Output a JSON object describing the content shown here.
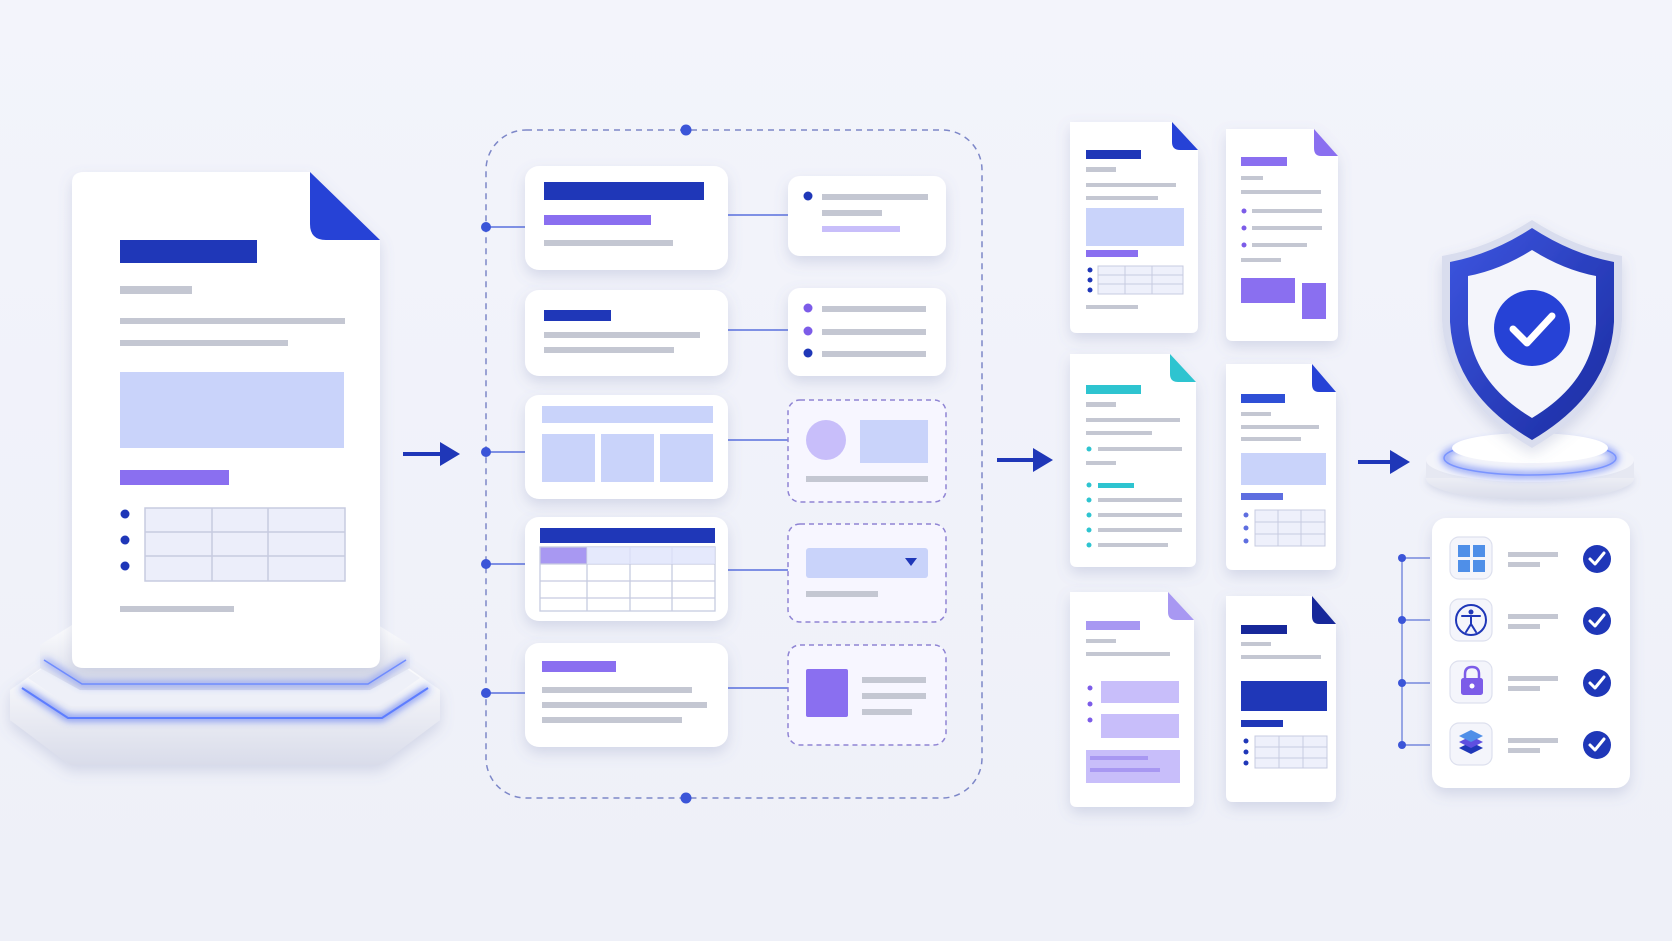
{
  "colors": {
    "navy": "#1f37b8",
    "navy_dark": "#17289a",
    "violet": "#8a6ff0",
    "violet_soft": "#c8befa",
    "periwinkle": "#c9d3fa",
    "teal": "#2ec4d0",
    "line_gray": "#c4c7d2",
    "card": "#ffffff",
    "background": "#f1f2f9"
  },
  "diagram": {
    "stages": [
      {
        "name": "source-document"
      },
      {
        "name": "component-breakdown"
      },
      {
        "name": "generated-documents"
      },
      {
        "name": "verification"
      }
    ],
    "arrows": 3,
    "components": [
      "text-heading-block",
      "bulleted-list-block",
      "image-grid-block",
      "table-block",
      "text-media-block"
    ],
    "generated_docs": 6,
    "checks": [
      {
        "icon": "grid-layout-icon",
        "status": "check-icon"
      },
      {
        "icon": "accessibility-icon",
        "status": "check-icon"
      },
      {
        "icon": "lock-icon",
        "status": "check-icon"
      },
      {
        "icon": "layers-icon",
        "status": "check-icon"
      }
    ]
  }
}
